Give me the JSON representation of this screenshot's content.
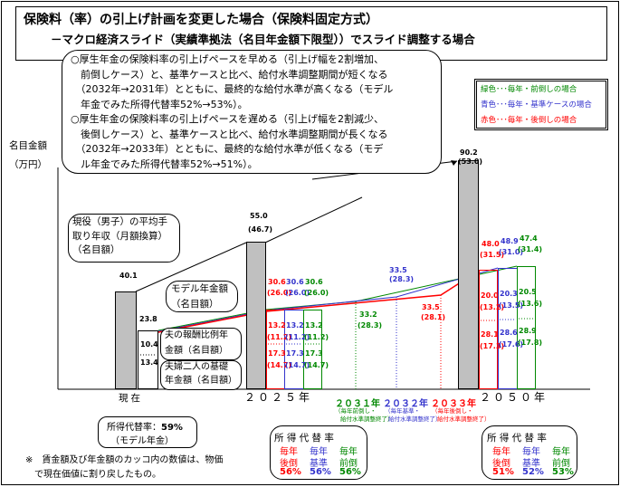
{
  "title": {
    "line1": "保険料（率）の引上げ計画を変更した場合（保険料固定方式）",
    "line2": "－マクロ経済スライド（実績準拠法（名目年金額下限型））でスライド調整する場合"
  },
  "explanation": {
    "p1": [
      "○厚生年金の保険料率の引上げペースを早める（引上げ幅を2割増加、",
      "　前倒しケース）と、基準ケースと比べ、給付水準調整期間が短くなる",
      "　（2032年→2031年）とともに、最終的な給付水準が高くなる（モデル",
      "　年金でみた所得代替率52%→53%）。"
    ],
    "p2": [
      "○厚生年金の保険料率の引上げペースを遅める（引上げ幅を2割減少、",
      "　後倒しケース）と、基準ケースと比べ、給付水準調整期間が長くなる",
      "　（2032年→2033年）とともに、最終的な給付水準が低くなる（モデ",
      "　ル年金でみた所得代替率52%→51%）。"
    ]
  },
  "legend": {
    "green": "緑色･･･毎年・前倒しの場合",
    "blue": "青色･･･毎年・基準ケースの場合",
    "red": "赤色･･･毎年・後倒しの場合"
  },
  "yaxis": {
    "label": "名目金額",
    "unit": "（万円）"
  },
  "callouts": {
    "wage": [
      "現役（男子）の平均手",
      "取り年収（月額換算）",
      "（名目額）"
    ],
    "model": [
      "モデル年金額",
      "（名目額）"
    ],
    "earnings": [
      "夫の報酬比例年",
      "金額（名目額）"
    ],
    "basic": [
      "夫婦二人の基礎",
      "年金額（名目額）"
    ]
  },
  "colors": {
    "green": "#008000",
    "blue": "#3333cc",
    "red": "#ff0000",
    "bar": "#c0c0c0"
  },
  "chart_data": {
    "type": "bar",
    "categories": [
      "現在",
      "2025年",
      "2031年",
      "2032年",
      "2033年",
      "2050年"
    ],
    "wage": {
      "now": "40.1",
      "y2025": "55.0",
      "y2025_real": "(46.7)",
      "y2050": "90.2",
      "y2050_real": "(53.0)"
    },
    "now": {
      "total": "23.8",
      "earnings": "10.4",
      "basic": "13.4"
    },
    "y2025": {
      "total": [
        "30.6",
        "30.6",
        "30.6"
      ],
      "total_real": [
        "(26.0)",
        "(26.0)",
        "(26.0)"
      ],
      "earnings": [
        "13.2",
        "13.2",
        "13.2"
      ],
      "earnings_real": [
        "(11.2)",
        "(11.2)",
        "(11.2)"
      ],
      "basic": [
        "17.3",
        "17.3",
        "17.3"
      ],
      "basic_real": [
        "(14.7)",
        "(14.7)",
        "(14.7)"
      ]
    },
    "end_points": {
      "g2031": [
        "33.2",
        "(28.3)"
      ],
      "b2032": [
        "33.5",
        "(28.3)"
      ],
      "r2033": [
        "33.5",
        "(28.1)"
      ]
    },
    "y2050": {
      "total": [
        "48.0",
        "48.9",
        "47.4"
      ],
      "total_real": [
        "(31.5)",
        "(31.0)",
        "(31.4)"
      ],
      "earnings": [
        "20.0",
        "20.3",
        "20.5"
      ],
      "earnings_real": [
        "(13.2)",
        "(13.5)",
        "(13.6)"
      ],
      "basic": [
        "28.1",
        "28.6",
        "28.9"
      ],
      "basic_real": [
        "(17.3)",
        "(17.6)",
        "(17.8)"
      ]
    }
  },
  "years": {
    "now": "現在",
    "y2025": "２０２５年",
    "y2031": "２０３１年",
    "y2032": "２０３２年",
    "y2033": "２０３３年",
    "y2050": "２０５０年",
    "n2031": [
      "（毎年前倒し・",
      "給付水準調整終了）"
    ],
    "n2032": [
      "（毎年基準・",
      "給付水準調整終了）"
    ],
    "n2033": [
      "（毎年後倒し・",
      "給付水準調整終了）"
    ]
  },
  "replacement": {
    "now": {
      "label": "所得代替率：",
      "value": "59%",
      "sub": "（モデル年金）"
    },
    "title": "所 得 代 替 率",
    "cases": [
      [
        "毎年",
        "後倒"
      ],
      [
        "毎年",
        "基準"
      ],
      [
        "毎年",
        "前倒"
      ]
    ],
    "y2025": [
      "56%",
      "56%",
      "56%"
    ],
    "y2050": [
      "51%",
      "52%",
      "53%"
    ]
  },
  "note": [
    "※　賃金額及び年金額のカッコ内の数値は、物価",
    "　で現在価値に割り戻したもの。"
  ]
}
